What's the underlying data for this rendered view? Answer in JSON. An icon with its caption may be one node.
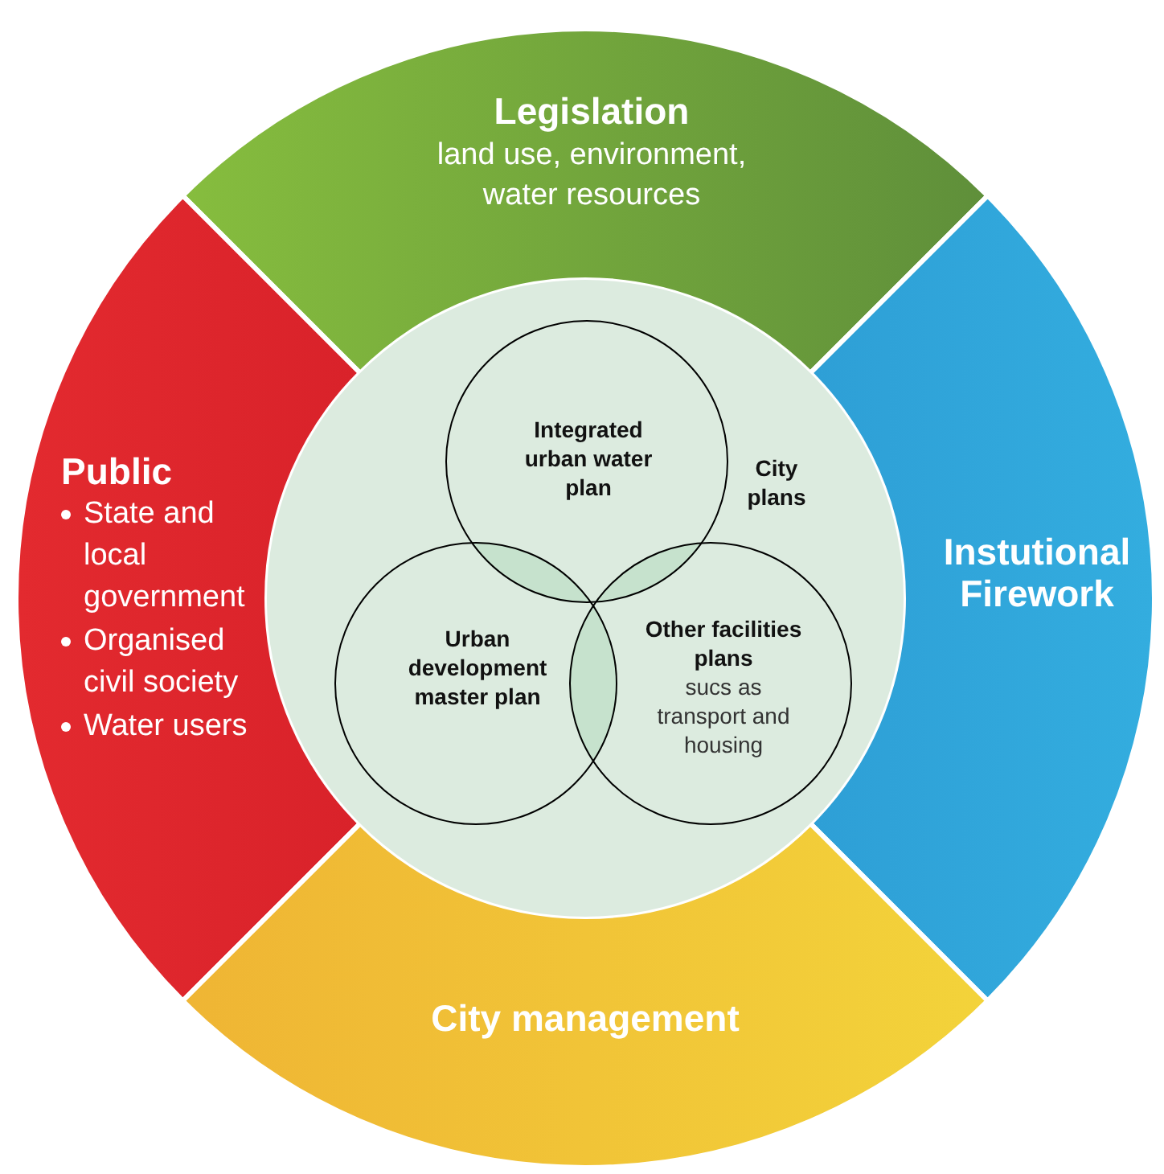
{
  "diagram": {
    "nodes": [
      {
        "text": [
          "Legislation",
          "land use, environment, water resources"
        ]
      },
      {
        "text": [
          "Public",
          "State and local government",
          "Organised civil society",
          "Water users"
        ]
      },
      {
        "text": [
          "Instutional Firework"
        ]
      },
      {
        "text": [
          "City management"
        ]
      },
      {
        "text": [
          "City plans"
        ]
      },
      {
        "text": [
          "Integrated urban water plan"
        ],
        "in": 4
      },
      {
        "text": [
          "Urban development master plan"
        ],
        "in": 4
      },
      {
        "text": [
          "Other facilities plans",
          "sucs as transport and housing"
        ],
        "in": 4
      }
    ]
  }
}
